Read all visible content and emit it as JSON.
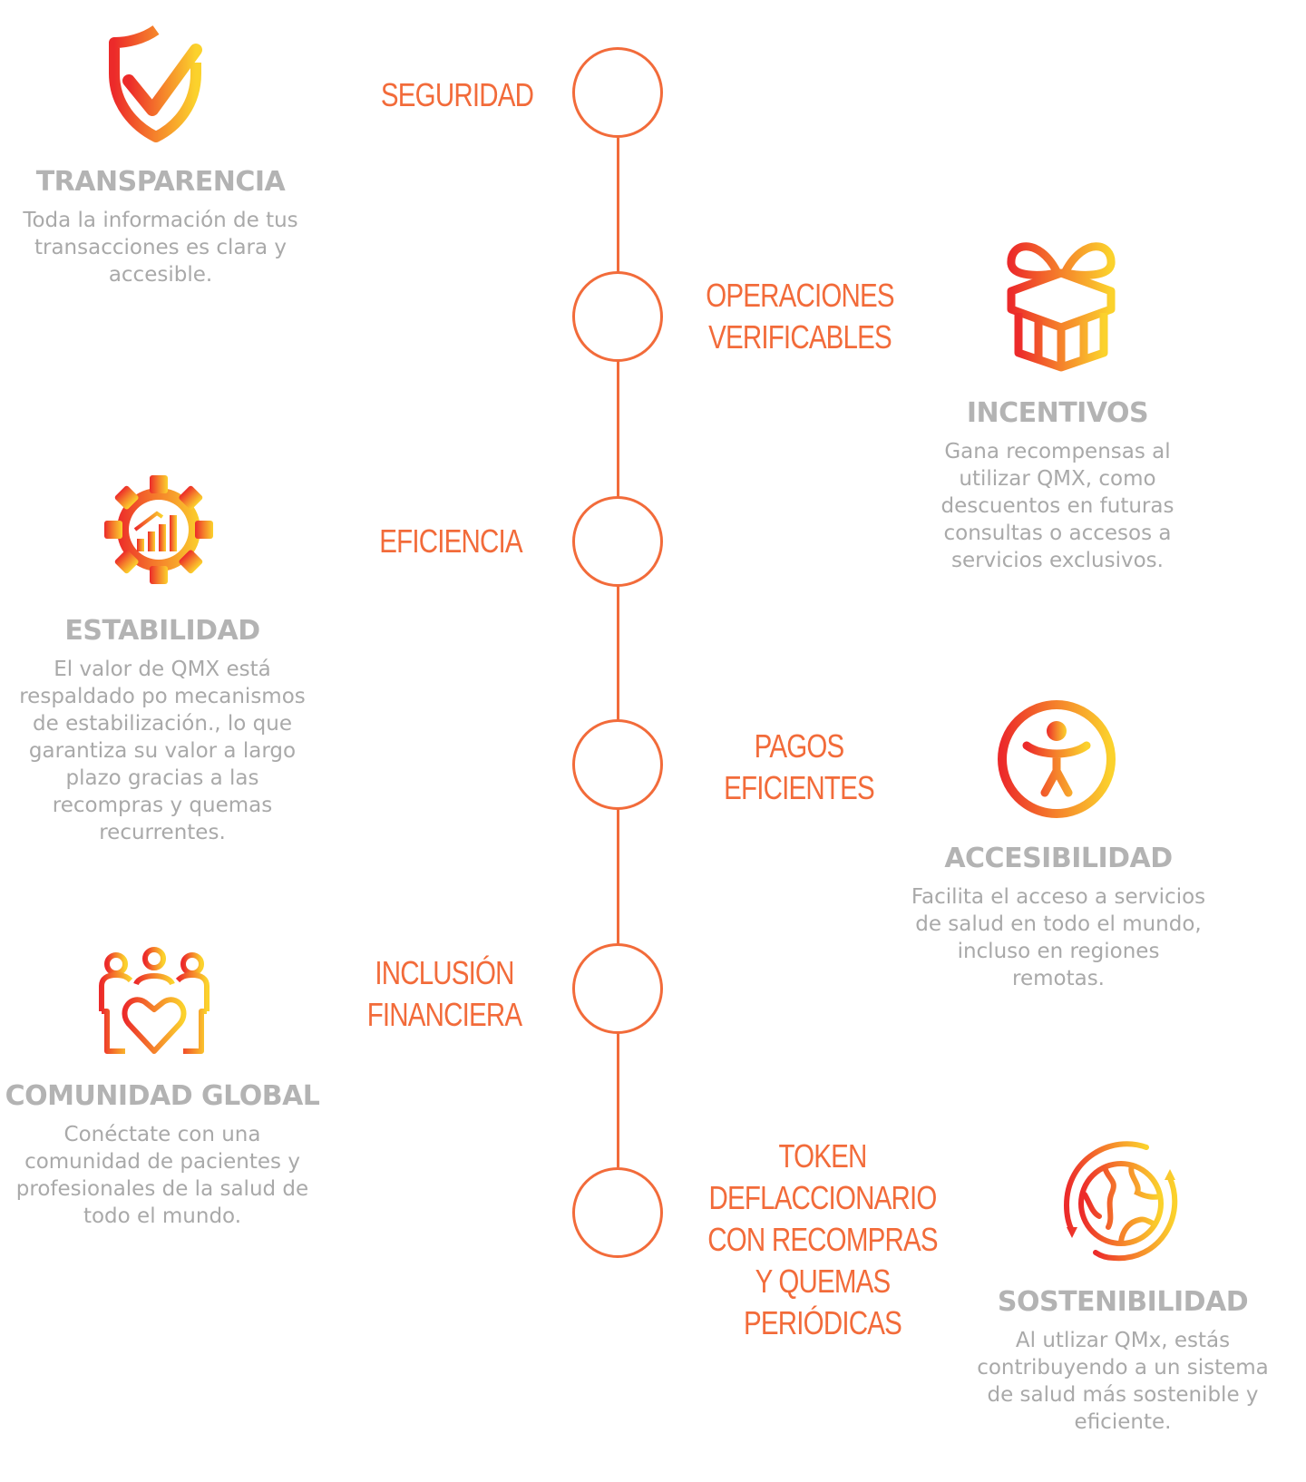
{
  "colors": {
    "accent": "#f26b3a",
    "title_grey": "#b3b3b3",
    "text_grey": "#a9a9a9",
    "gradient_start": "#ec2a2a",
    "gradient_end": "#fbd22c"
  },
  "timeline": [
    {
      "label_lines": [
        "SEGURIDAD"
      ]
    },
    {
      "label_lines": [
        "OPERACIONES",
        "VERIFICABLES"
      ]
    },
    {
      "label_lines": [
        "EFICIENCIA"
      ]
    },
    {
      "label_lines": [
        "PAGOS",
        "EFICIENTES"
      ]
    },
    {
      "label_lines": [
        "INCLUSIÓN",
        "FINANCIERA"
      ]
    },
    {
      "label_lines": [
        "TOKEN",
        "DEFLACCIONARIO",
        "CON RECOMPRAS",
        "Y QUEMAS",
        "PERIÓDICAS"
      ]
    }
  ],
  "features": [
    {
      "icon": "shield-check-icon",
      "title": "TRANSPARENCIA",
      "desc_lines": [
        "Toda la información de tus",
        "transacciones es clara y",
        "accesible."
      ]
    },
    {
      "icon": "gift-icon",
      "title": "INCENTIVOS",
      "desc_lines": [
        "Gana recompensas al",
        "utilizar QMX, como",
        "descuentos en futuras",
        "consultas o accesos a",
        "servicios exclusivos."
      ]
    },
    {
      "icon": "gear-chart-icon",
      "title": "ESTABILIDAD",
      "desc_lines": [
        "El valor de QMX está",
        "respaldado po mecanismos",
        "de estabilización., lo que",
        "garantiza su valor a largo",
        "plazo gracias a las",
        "recompras y quemas",
        "recurrentes."
      ]
    },
    {
      "icon": "accessibility-icon",
      "title": "ACCESIBILIDAD",
      "desc_lines": [
        "Facilita el acceso a servicios",
        "de salud en todo el mundo,",
        "incluso en regiones",
        "remotas."
      ]
    },
    {
      "icon": "community-heart-icon",
      "title": "COMUNIDAD GLOBAL",
      "desc_lines": [
        "Conéctate con una",
        "comunidad de pacientes y",
        "profesionales de la salud de",
        "todo el mundo."
      ]
    },
    {
      "icon": "globe-cycle-icon",
      "title": "SOSTENIBILIDAD",
      "desc_lines": [
        "Al utlizar QMx, estás",
        "contribuyendo a un sistema",
        "de salud más sostenible y",
        "eficiente."
      ]
    }
  ]
}
